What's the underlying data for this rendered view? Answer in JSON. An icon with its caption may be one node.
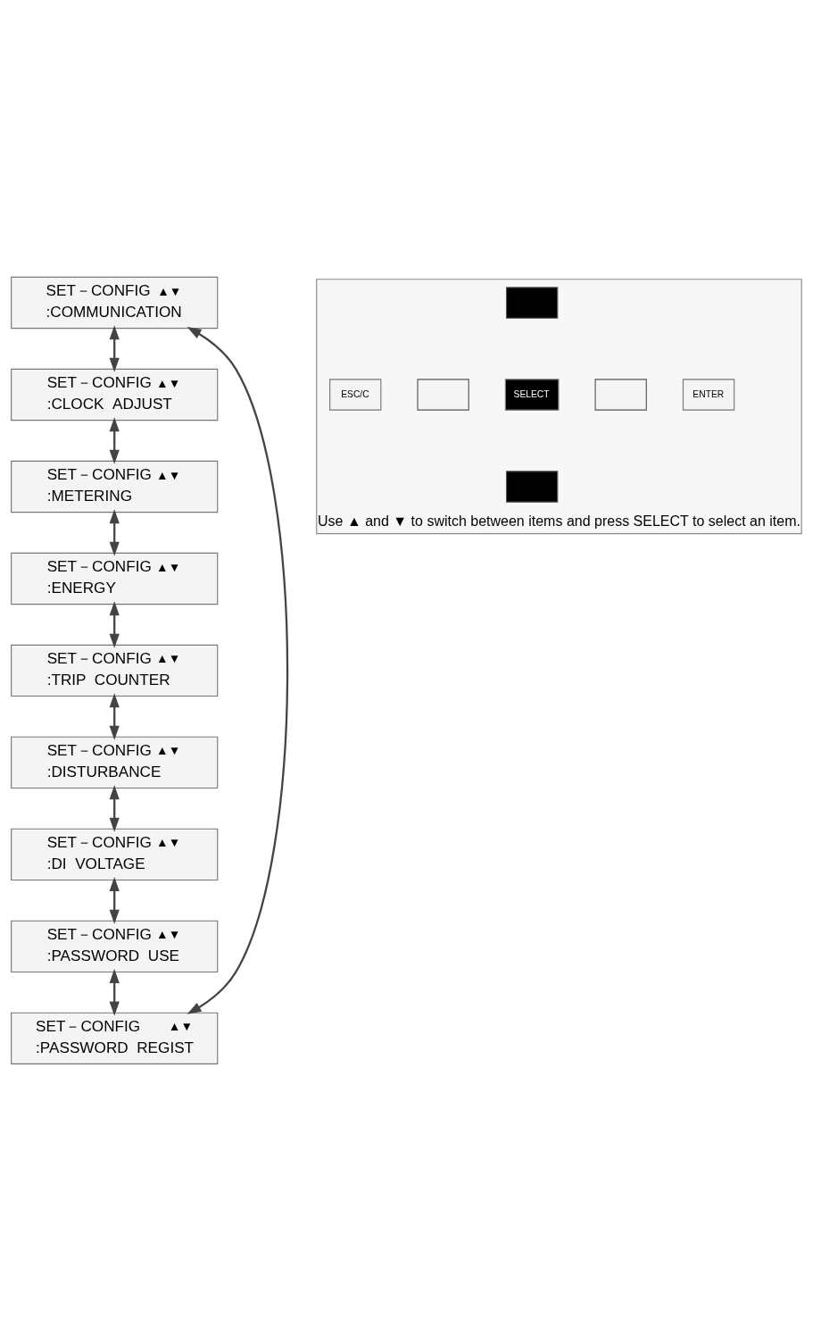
{
  "diagram": {
    "nodes": [
      {
        "text": [
          "SET－CONFIG",
          "▲▼",
          ":COMMUNICATION"
        ]
      },
      {
        "text": [
          "SET－CONFIG",
          "▲▼",
          ":CLOCK  ADJUST"
        ]
      },
      {
        "text": [
          "SET－CONFIG",
          "▲▼",
          ":METERING"
        ]
      },
      {
        "text": [
          "SET－CONFIG",
          "▲▼",
          ":ENERGY"
        ]
      },
      {
        "text": [
          "SET－CONFIG",
          "▲▼",
          ":TRIP  COUNTER"
        ]
      },
      {
        "text": [
          "SET－CONFIG",
          "▲▼",
          ":DISTURBANCE"
        ]
      },
      {
        "text": [
          "SET－CONFIG",
          "▲▼",
          ":DI  VOLTAGE"
        ]
      },
      {
        "text": [
          "SET－CONFIG",
          "▲▼",
          ":PASSWORD  USE"
        ]
      },
      {
        "text": [
          "SET－CONFIG",
          "▲▼",
          ":PASSWORD  REGIST"
        ]
      },
      {
        "text": [],
        "shape": "box",
        "beside": [
          "Use ▲ and ▼ to switch between items and press SELECT to select an item."
        ]
      },
      {
        "text": [],
        "shape": "box",
        "in": 9
      },
      {
        "text": [
          "ESC/C"
        ],
        "in": 9
      },
      {
        "text": [],
        "shape": "box",
        "in": 9
      },
      {
        "text": [
          "SELECT"
        ],
        "in": 9
      },
      {
        "text": [],
        "shape": "box",
        "in": 9
      },
      {
        "text": [
          "ENTER"
        ],
        "in": 9
      },
      {
        "text": [],
        "shape": "box",
        "in": 9
      }
    ],
    "edges": [
      {
        "from": 0,
        "to": 1,
        "arrow": "both"
      },
      {
        "from": 1,
        "to": 2,
        "arrow": "both"
      },
      {
        "from": 2,
        "to": 3,
        "arrow": "both"
      },
      {
        "from": 3,
        "to": 4,
        "arrow": "both"
      },
      {
        "from": 4,
        "to": 5,
        "arrow": "both"
      },
      {
        "from": 5,
        "to": 6,
        "arrow": "both"
      },
      {
        "from": 6,
        "to": 7,
        "arrow": "both"
      },
      {
        "from": 7,
        "to": 8,
        "arrow": "both"
      },
      {
        "from": 8,
        "to": 0,
        "arrow": "both"
      }
    ]
  }
}
